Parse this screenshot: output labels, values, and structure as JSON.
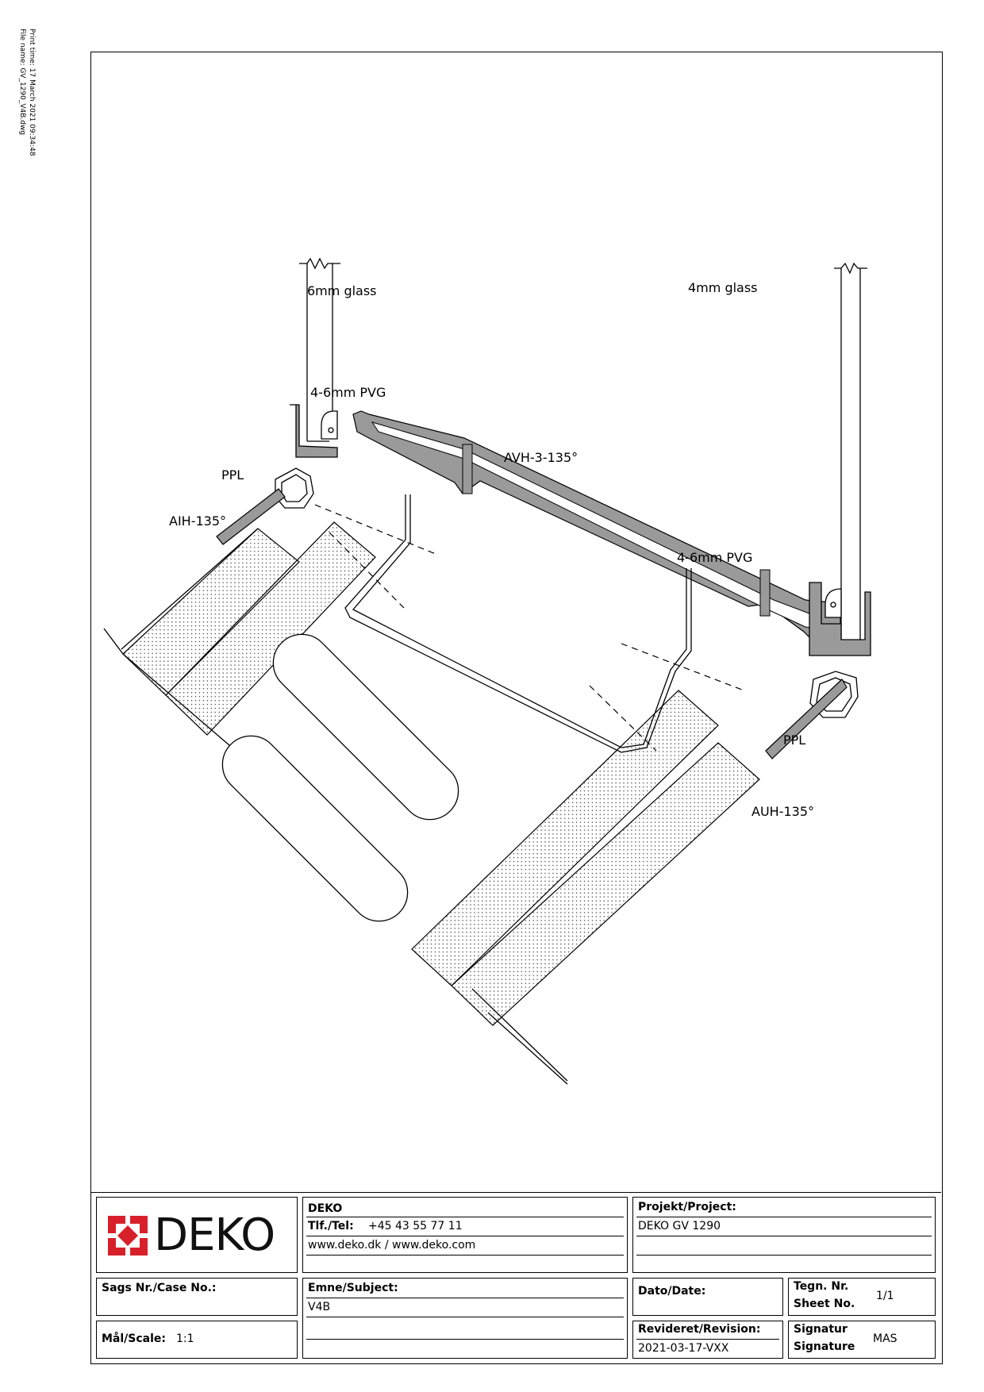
{
  "print_info": {
    "print_time": "Print time: 17 March 2021 09:34:48",
    "file_name": "File name: GV_1290_V4B.dwg"
  },
  "drawing": {
    "labels": {
      "glass_left": "6mm glass",
      "glass_right": "4mm glass",
      "pvg_left": "4-6mm PVG",
      "pvg_right": "4-6mm PVG",
      "avh": "AVH-3-135°",
      "ppl_left": "PPL",
      "ppl_right": "PPL",
      "aih": "AIH-135°",
      "auh": "AUH-135°"
    }
  },
  "title_block": {
    "logo_text": "DEKO",
    "company": "DEKO",
    "tel_label": "Tlf./Tel:",
    "tel_value": "+45 43 55 77 11",
    "web": "www.deko.dk / www.deko.com",
    "project_label": "Projekt/Project:",
    "project_value": "DEKO GV 1290",
    "case_label": "Sags Nr./Case No.:",
    "subject_label": "Emne/Subject:",
    "subject_value": "V4B",
    "date_label": "Dato/Date:",
    "sheet_label_1": "Tegn. Nr.",
    "sheet_label_2": "Sheet No.",
    "sheet_value": "1/1",
    "scale_label": "Mål/Scale:",
    "scale_value": "1:1",
    "revision_label": "Revideret/Revision:",
    "revision_value": "2021-03-17-VXX",
    "signature_label_1": "Signatur",
    "signature_label_2": "Signature",
    "signature_value": "MAS",
    "logo_colors": {
      "red": "#d8202a",
      "dark": "#111111"
    }
  }
}
